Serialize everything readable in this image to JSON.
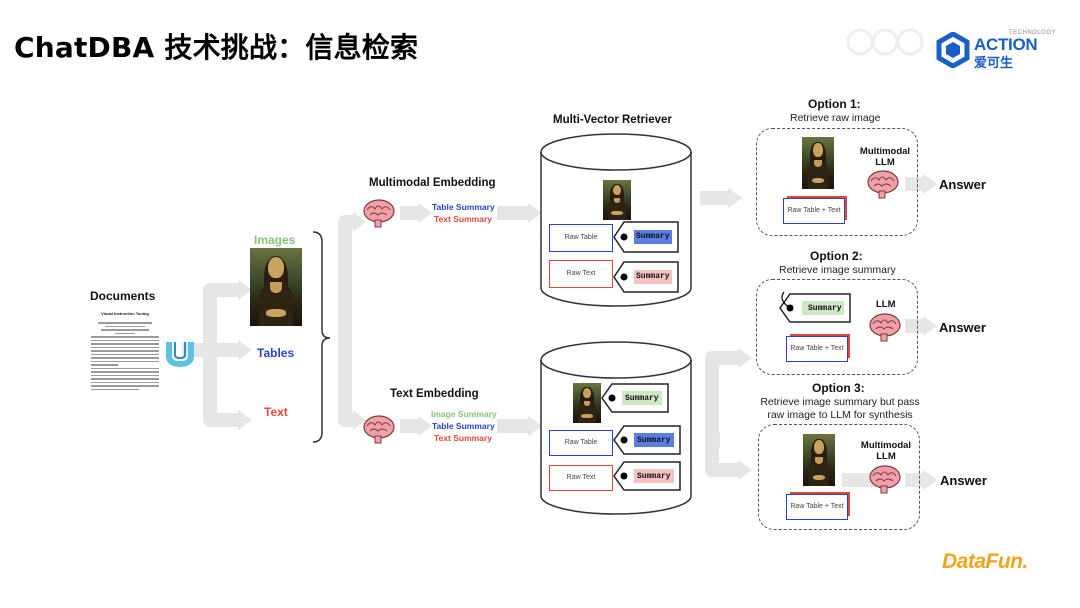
{
  "slide": {
    "title": "ChatDBA 技术挑战：信息检索"
  },
  "brand": {
    "action_tag": "TECHNOLOGY",
    "action_name": "ACTION",
    "action_cn": "爱可生",
    "datafun": "DataFun."
  },
  "colors": {
    "blue": "#2a3fd6",
    "red": "#e0473a",
    "green": "#8bc27a",
    "orange": "#f2a51a"
  },
  "diagram": {
    "documents_label": "Documents",
    "doc_title": "Visual Instruction Tuning",
    "split": {
      "images": "Images",
      "tables": "Tables",
      "text": "Text"
    },
    "multimodal": {
      "title": "Multimodal Embedding",
      "table_summary": "Table Summary",
      "text_summary": "Text Summary"
    },
    "text_embedding": {
      "title": "Text Embedding",
      "image_summary": "Image Summary",
      "table_summary": "Table Summary",
      "text_summary": "Text Summary"
    },
    "retriever": {
      "title": "Multi-Vector Retriever",
      "raw_table": "Raw Table",
      "raw_text": "Raw Text",
      "summary": "Summary"
    },
    "options": [
      {
        "title": "Option 1:",
        "subtitle": "Retrieve raw image",
        "llm": "Multimodal LLM",
        "raw": "Raw Table + Text",
        "answer": "Answer"
      },
      {
        "title": "Option 2:",
        "subtitle": "Retrieve image summary",
        "llm": "LLM",
        "raw": "Raw Table + Text",
        "summary": "Summary",
        "answer": "Answer"
      },
      {
        "title": "Option 3:",
        "subtitle": "Retrieve image summary but pass raw image to LLM for synthesis",
        "llm": "Multimodal LLM",
        "raw": "Raw Table + Text",
        "answer": "Answer"
      }
    ]
  }
}
